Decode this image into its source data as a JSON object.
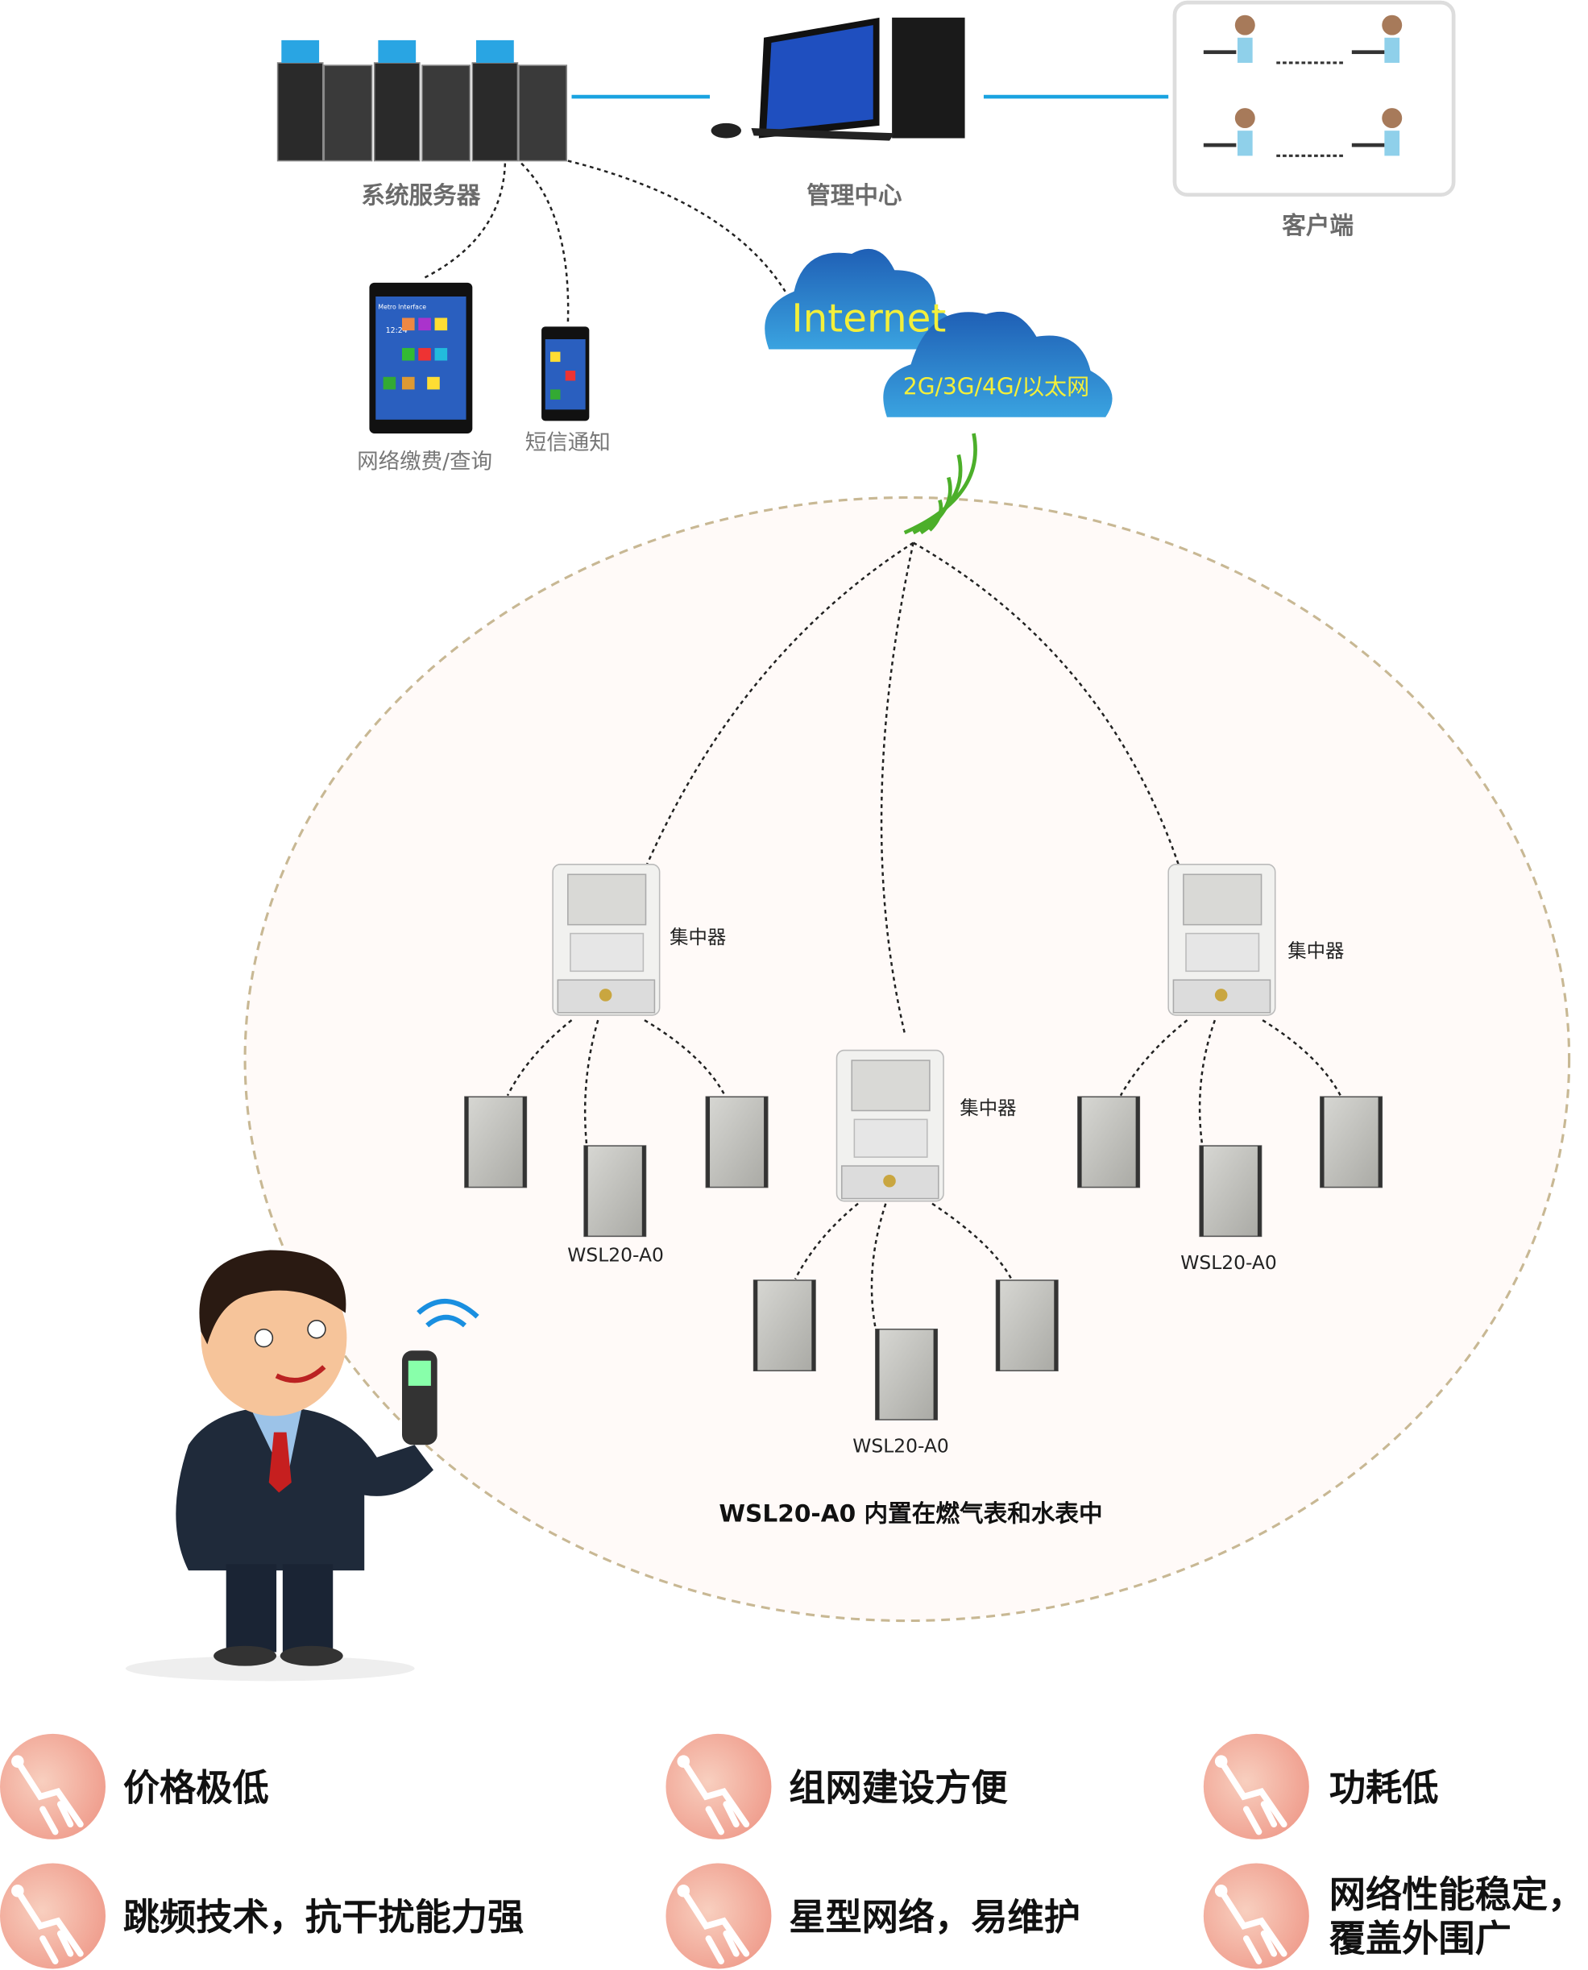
{
  "colors": {
    "accent_line": "#1aa3e0",
    "cloud": "#2b86cc",
    "cloud_text": "#f3ef3a",
    "wifi": "#4caf2a",
    "ellipse": "#c8b894",
    "feature_icon": "#f2a796"
  },
  "top": {
    "servers_label": "系统服务器",
    "management_label": "管理中心",
    "clients_label": "客户端",
    "tablet_label": "网络缴费/查询",
    "sms_label": "短信通知",
    "tablet_screen_title": "Metro Interface",
    "screen_time": "12:24"
  },
  "cloud": {
    "internet": "Internet",
    "network": "2G/3G/4G/以太网"
  },
  "network": {
    "concentrator_label": "集中器",
    "module_label": "WSL20-A0",
    "caption": "WSL20-A0 内置在燃气表和水表中"
  },
  "features": [
    {
      "label": "价格极低",
      "icon": "circuit-icon"
    },
    {
      "label": "组网建设方便",
      "icon": "circuit-icon"
    },
    {
      "label": "功耗低",
      "icon": "circuit-icon"
    },
    {
      "label": "跳频技术，抗干扰能力强",
      "icon": "circuit-icon"
    },
    {
      "label": "星型网络，易维护",
      "icon": "circuit-icon"
    },
    {
      "label": "网络性能稳定，",
      "label2": "覆盖外围广",
      "icon": "circuit-icon"
    }
  ]
}
